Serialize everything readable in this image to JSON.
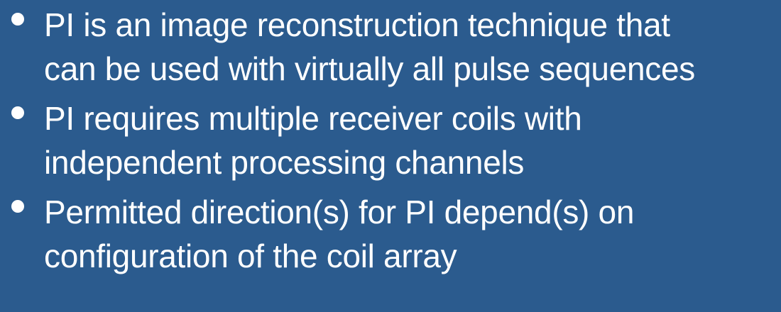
{
  "slide": {
    "background_color": "#2b5b8e",
    "text_color": "#ffffff",
    "bullets": [
      {
        "lines": [
          "PI is an image reconstruction technique that",
          "can be used with virtually all pulse sequences"
        ]
      },
      {
        "lines": [
          "PI requires multiple receiver coils with",
          "independent processing channels"
        ]
      },
      {
        "lines": [
          "Permitted direction(s) for PI depend(s) on",
          "configuration of the coil array"
        ]
      }
    ]
  }
}
